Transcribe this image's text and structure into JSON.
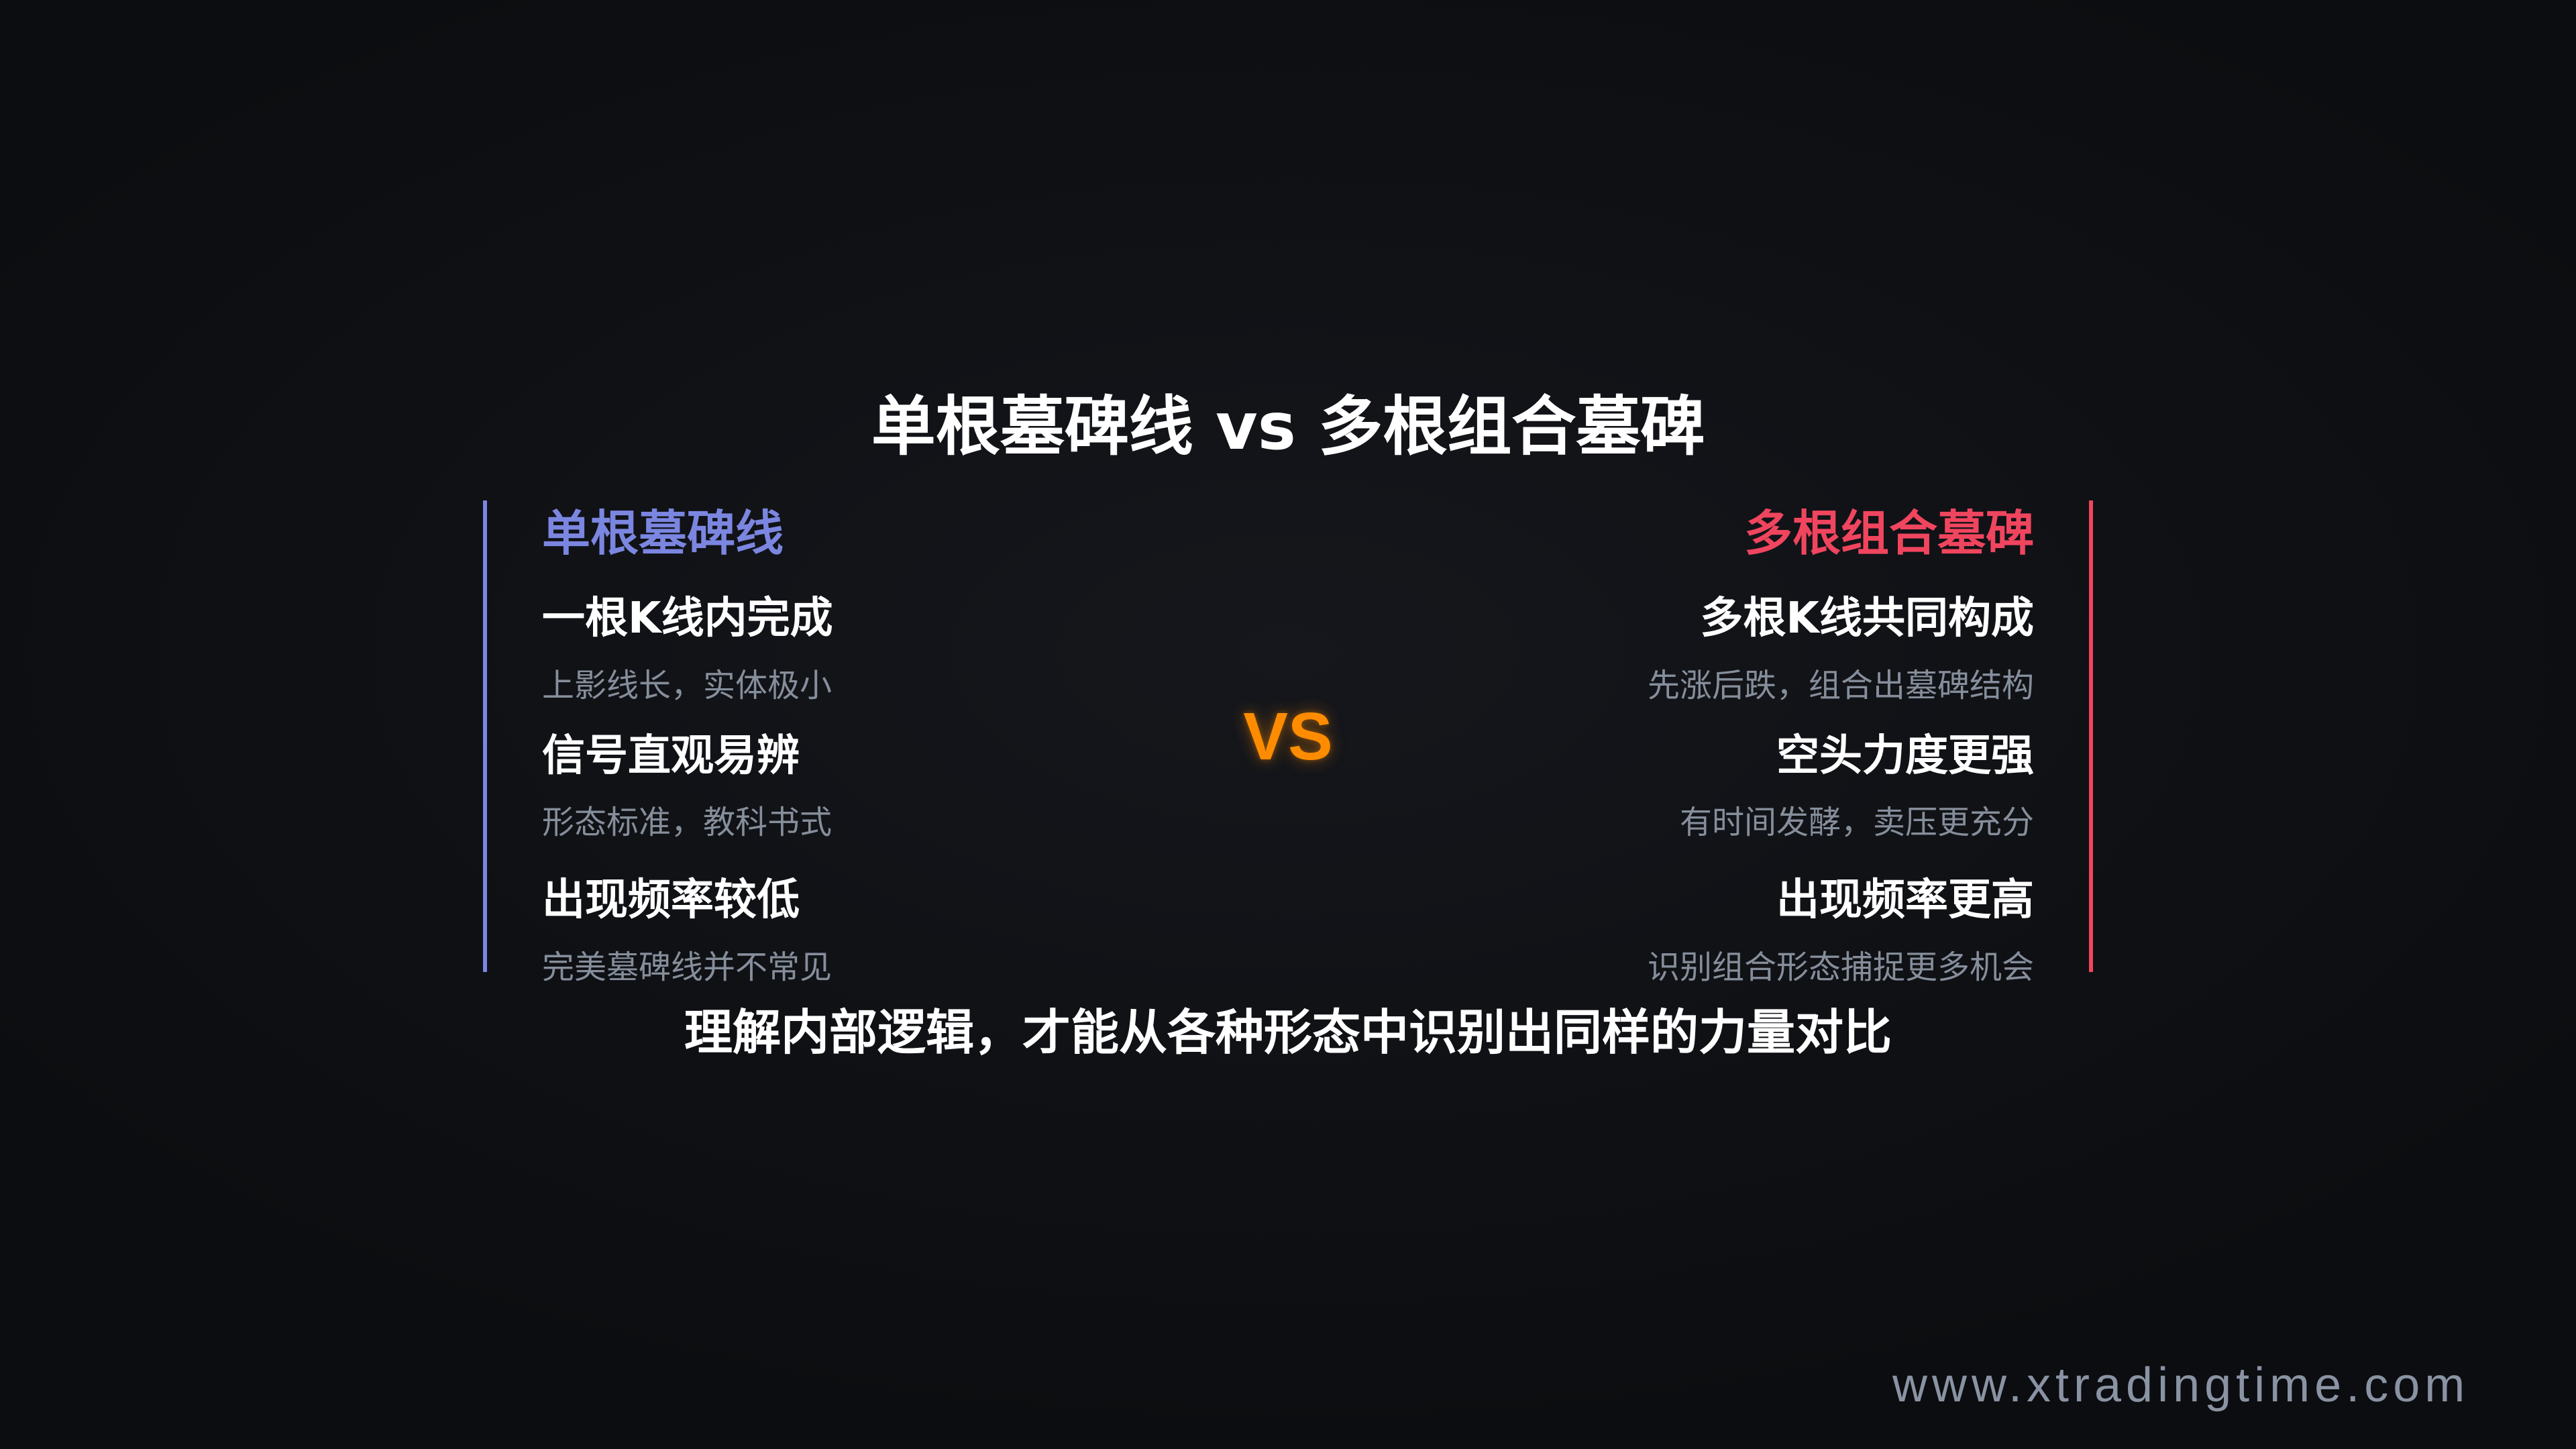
{
  "title": "单根墓碑线 vs 多根组合墓碑",
  "colors": {
    "background": "#0e1014",
    "left_accent": "#7b86e0",
    "right_accent": "#f0455e",
    "vs": "#ff8c00",
    "title_text": "#ffffff",
    "desc_text": "#868e9b",
    "watermark_text": "#8a93a3"
  },
  "left": {
    "header": "单根墓碑线",
    "items": [
      {
        "title": "一根K线内完成",
        "desc": "上影线长，实体极小"
      },
      {
        "title": "信号直观易辨",
        "desc": "形态标准，教科书式"
      },
      {
        "title": "出现频率较低",
        "desc": "完美墓碑线并不常见"
      }
    ]
  },
  "vs_label": "VS",
  "right": {
    "header": "多根组合墓碑",
    "items": [
      {
        "title": "多根K线共同构成",
        "desc": "先涨后跌，组合出墓碑结构"
      },
      {
        "title": "空头力度更强",
        "desc": "有时间发酵，卖压更充分"
      },
      {
        "title": "出现频率更高",
        "desc": "识别组合形态捕捉更多机会"
      }
    ]
  },
  "conclusion": "理解内部逻辑，才能从各种形态中识别出同样的力量对比",
  "watermark": "www.xtradingtime.com"
}
